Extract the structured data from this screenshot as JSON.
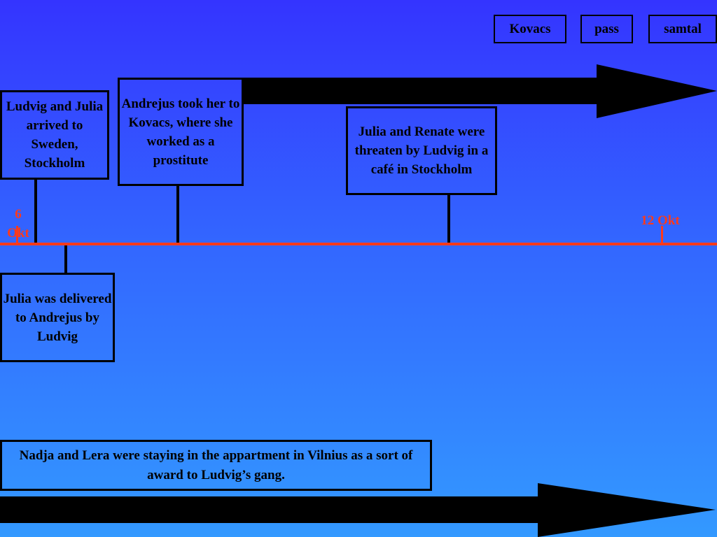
{
  "nav": {
    "kovacs": "Kovacs",
    "pass": "pass",
    "samtal": "samtal"
  },
  "timeline": {
    "start_label": "6 Okt",
    "end_label": "12 Okt",
    "line_color": "#ff3a1a"
  },
  "events": {
    "arrival": "Ludvig and Julia arrived to Sweden, Stockholm",
    "kovacs": "Andrejus took her to Kovacs, where she worked as a prostitute",
    "threat": "Julia and Renate were threaten by Ludvig in a café in Stockholm",
    "delivered": "Julia was delivered to Andrejus by Ludvig"
  },
  "note": "Nadja and Lera were staying in the appartment in Vilnius as a sort of award to Ludvig’s gang."
}
